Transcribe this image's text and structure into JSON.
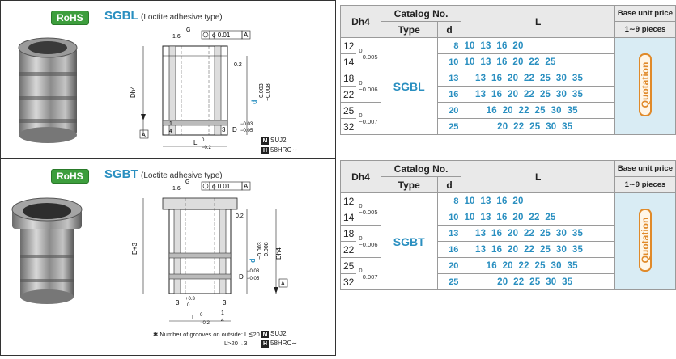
{
  "colors": {
    "accent": "#2a8fc0",
    "rohs": "#3d9e3d",
    "quotation": "#e08a2a",
    "price_bg": "#d9ecf4"
  },
  "panel1": {
    "rohs": "RoHS",
    "code": "SGBL",
    "note": "(Loctite adhesive type)",
    "dim": {
      "roughness": "1.6",
      "g": "G",
      "flat": "0.01",
      "datum": "A",
      "edge": "0.2",
      "dh4": "Dh4",
      "d": "d",
      "d_tol_hi": "−0.003",
      "d_tol_lo": "−0.008",
      "L": "L",
      "L_tol_hi": "0",
      "L_tol_lo": "−0.2",
      "one": "1",
      "four": "4",
      "three": "3",
      "D": "D",
      "D_tol_hi": "−0.03",
      "D_tol_lo": "−0.05",
      "datumA": "A"
    },
    "material1": "SUJ2",
    "material2": "58HRC∼",
    "m": "M",
    "h": "H"
  },
  "panel2": {
    "rohs": "RoHS",
    "code": "SGBT",
    "note": "(Loctite adhesive type)",
    "dim": {
      "roughness": "1.6",
      "g": "G",
      "flat": "0.01",
      "datum": "A",
      "edge": "0.2",
      "dplus3": "D+3",
      "dh4": "Dh4",
      "d": "d",
      "d_tol_hi": "−0.003",
      "d_tol_lo": "−0.008",
      "three_a": "3",
      "plus03": "+0.3",
      "zero": "0",
      "three_b": "3",
      "L": "L",
      "L_tol_hi": "0",
      "L_tol_lo": "−0.2",
      "one": "1",
      "four": "4",
      "D": "D",
      "D_tol_hi": "−0.03",
      "D_tol_lo": "−0.05",
      "datumA": "A"
    },
    "footnote1": "✱ Number of grooves on outside: L≦20→2",
    "footnote2": "L>20→3",
    "material1": "SUJ2",
    "material2": "58HRC∼",
    "m": "M",
    "h": "H"
  },
  "table_header": {
    "dh4": "Dh4",
    "catalog": "Catalog No.",
    "type": "Type",
    "d": "d",
    "L": "L",
    "base_price": "Base unit price",
    "pieces": "1∼9 pieces",
    "quotation": "Quotation"
  },
  "table1": {
    "type": "SGBL",
    "rows": [
      {
        "D": "12",
        "tol_hi": "",
        "tol_lo": "",
        "d": "8",
        "L": "10  13  16  20"
      },
      {
        "D": "14",
        "tol_hi": "0",
        "tol_lo": "−0.005",
        "d": "10",
        "L": "10  13  16  20  22  25"
      },
      {
        "D": "18",
        "tol_hi": "",
        "tol_lo": "",
        "d": "13",
        "L": "    13  16  20  22  25  30  35"
      },
      {
        "D": "22",
        "tol_hi": "0",
        "tol_lo": "−0.006",
        "d": "16",
        "L": "    13  16  20  22  25  30  35"
      },
      {
        "D": "25",
        "tol_hi": "",
        "tol_lo": "",
        "d": "20",
        "L": "        16  20  22  25  30  35"
      },
      {
        "D": "32",
        "tol_hi": "0",
        "tol_lo": "−0.007",
        "d": "25",
        "L": "            20  22  25  30  35"
      }
    ]
  },
  "table2": {
    "type": "SGBT",
    "rows": [
      {
        "D": "12",
        "tol_hi": "",
        "tol_lo": "",
        "d": "8",
        "L": "10  13  16  20"
      },
      {
        "D": "14",
        "tol_hi": "0",
        "tol_lo": "−0.005",
        "d": "10",
        "L": "10  13  16  20  22  25"
      },
      {
        "D": "18",
        "tol_hi": "",
        "tol_lo": "",
        "d": "13",
        "L": "    13  16  20  22  25  30  35"
      },
      {
        "D": "22",
        "tol_hi": "0",
        "tol_lo": "−0.006",
        "d": "16",
        "L": "    13  16  20  22  25  30  35"
      },
      {
        "D": "25",
        "tol_hi": "",
        "tol_lo": "",
        "d": "20",
        "L": "        16  20  22  25  30  35"
      },
      {
        "D": "32",
        "tol_hi": "0",
        "tol_lo": "−0.007",
        "d": "25",
        "L": "            20  22  25  30  35"
      }
    ]
  }
}
